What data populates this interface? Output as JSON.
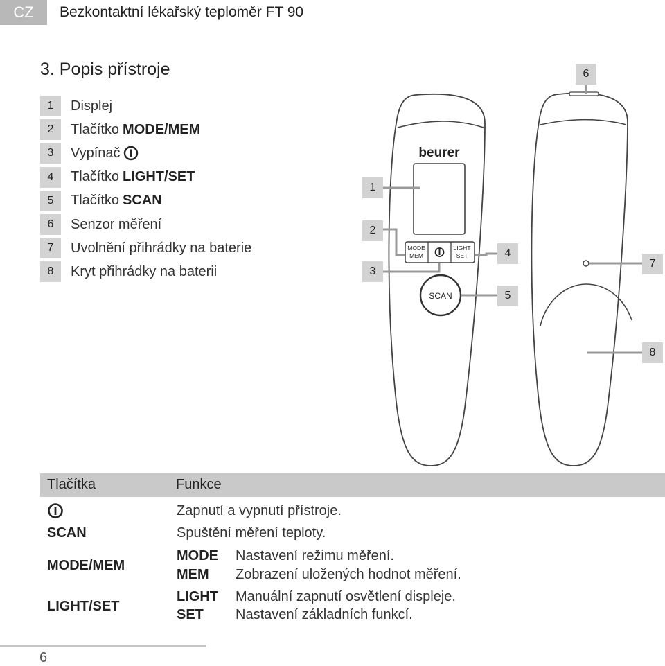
{
  "header": {
    "lang": "CZ",
    "title": "Bezkontaktní lékařský teploměr FT 90"
  },
  "section": {
    "title": "3. Popis přístroje"
  },
  "parts": [
    {
      "num": "1",
      "text": "Displej",
      "bold": ""
    },
    {
      "num": "2",
      "text": "Tlačítko",
      "bold": "MODE/MEM"
    },
    {
      "num": "3",
      "text": "Vypínač",
      "bold": ""
    },
    {
      "num": "4",
      "text": "Tlačítko",
      "bold": "LIGHT/SET"
    },
    {
      "num": "5",
      "text": "Tlačítko",
      "bold": "SCAN"
    },
    {
      "num": "6",
      "text": "Senzor měření",
      "bold": ""
    },
    {
      "num": "7",
      "text": "Uvolnění přihrádky na baterie",
      "bold": ""
    },
    {
      "num": "8",
      "text": "Kryt přihrádky na baterii",
      "bold": ""
    }
  ],
  "device": {
    "brand": "beurer",
    "btn_mode": "MODE",
    "btn_mem": "MEM",
    "btn_light": "LIGHT",
    "btn_set": "SET",
    "btn_scan": "SCAN",
    "callouts": [
      "1",
      "2",
      "3",
      "4",
      "5",
      "6",
      "7",
      "8"
    ]
  },
  "table": {
    "head_buttons": "Tlačítka",
    "head_function": "Funkce",
    "rows": {
      "power": {
        "function": "Zapnutí a vypnutí přístroje."
      },
      "scan": {
        "key": "SCAN",
        "function": "Spuštění měření teploty."
      },
      "modemem": {
        "key": "MODE/MEM",
        "sub1_key": "MODE",
        "sub1_text": "Nastavení režimu měření.",
        "sub2_key": "MEM",
        "sub2_text": "Zobrazení uložených hodnot měření."
      },
      "lightset": {
        "key": "LIGHT/SET",
        "sub1_key": "LIGHT",
        "sub1_text": "Manuální zapnutí osvětlení displeje.",
        "sub2_key": "SET",
        "sub2_text": "Nastavení základních funkcí."
      }
    }
  },
  "footer": {
    "page": "6"
  }
}
